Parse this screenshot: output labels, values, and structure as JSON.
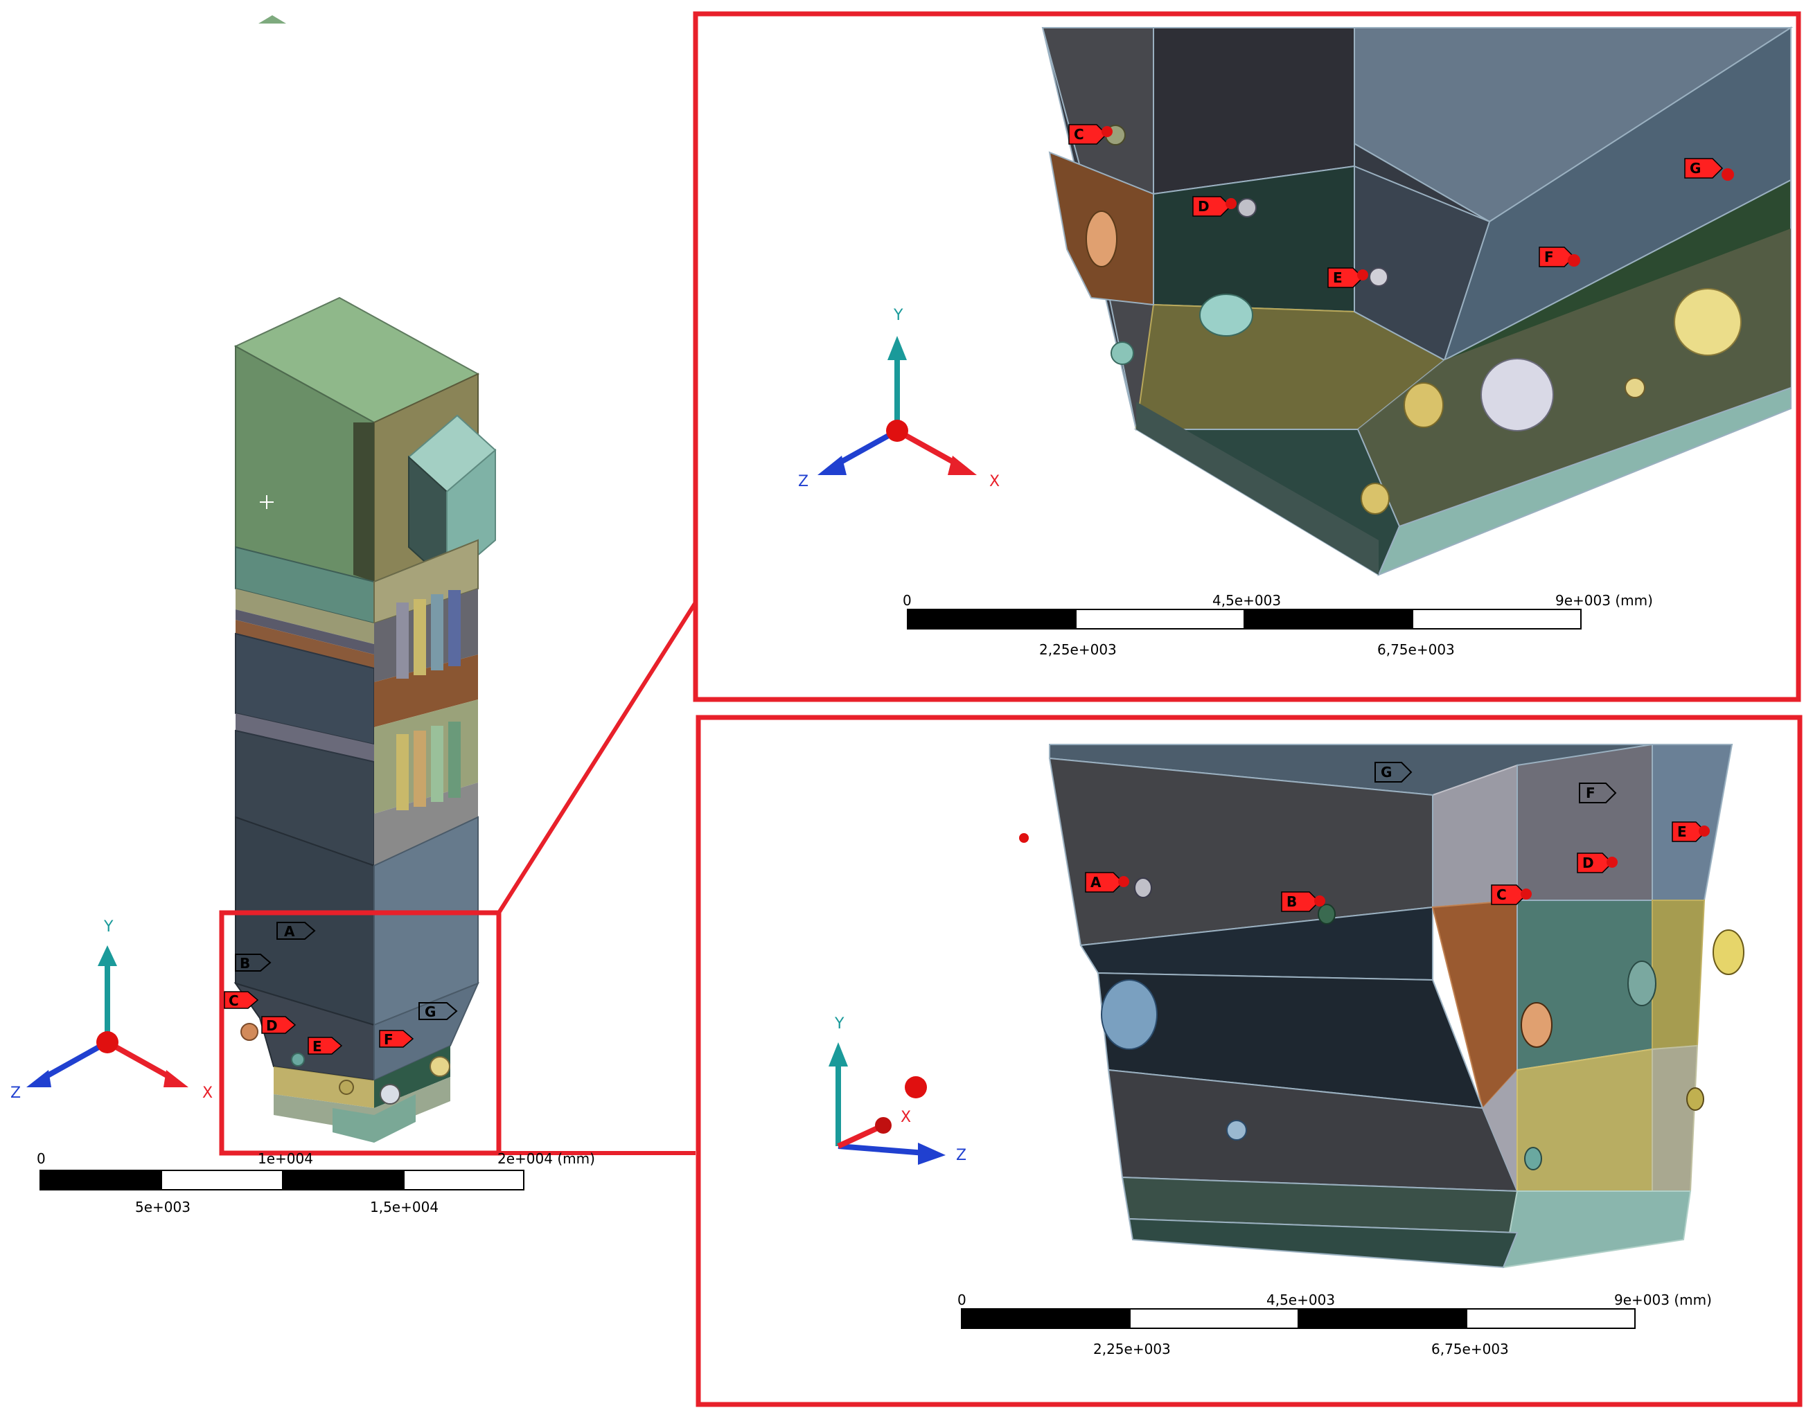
{
  "colors": {
    "highlight_border": "#e8202a",
    "probe_tag": "#ff2020",
    "axis_x": "#e8202a",
    "axis_y": "#1a9a9a",
    "axis_z": "#2040d0",
    "face_dark": "#3b4450",
    "face_blue": "#5f7688",
    "face_green": "#7eaa7e",
    "face_olive": "#8a8a4a",
    "face_teal": "#2f5a55",
    "face_yellow": "#b8a75a",
    "face_orange": "#a05a28"
  },
  "main_view": {
    "scale_bar": {
      "top_labels": [
        "0",
        "1e+004",
        "2e+004 (mm)"
      ],
      "bottom_labels": [
        "5e+003",
        "1,5e+004"
      ]
    },
    "triad": {
      "x": "X",
      "y": "Y",
      "z": "Z"
    },
    "probes_outline": [
      "A",
      "B",
      "G"
    ],
    "probes_red": [
      "C",
      "D",
      "E",
      "F"
    ]
  },
  "detail_top": {
    "scale_bar": {
      "top_labels": [
        "0",
        "4,5e+003",
        "9e+003 (mm)"
      ],
      "bottom_labels": [
        "2,25e+003",
        "6,75e+003"
      ]
    },
    "triad": {
      "x": "X",
      "y": "Y",
      "z": "Z"
    },
    "probes_red": [
      "C",
      "D",
      "E",
      "F",
      "G"
    ]
  },
  "detail_bottom": {
    "scale_bar": {
      "top_labels": [
        "0",
        "4,5e+003",
        "9e+003 (mm)"
      ],
      "bottom_labels": [
        "2,25e+003",
        "6,75e+003"
      ]
    },
    "triad": {
      "x": "X",
      "y": "Y",
      "z": "Z"
    },
    "probes_outline": [
      "G",
      "F"
    ],
    "probes_red": [
      "A",
      "B",
      "C",
      "D",
      "E"
    ]
  }
}
